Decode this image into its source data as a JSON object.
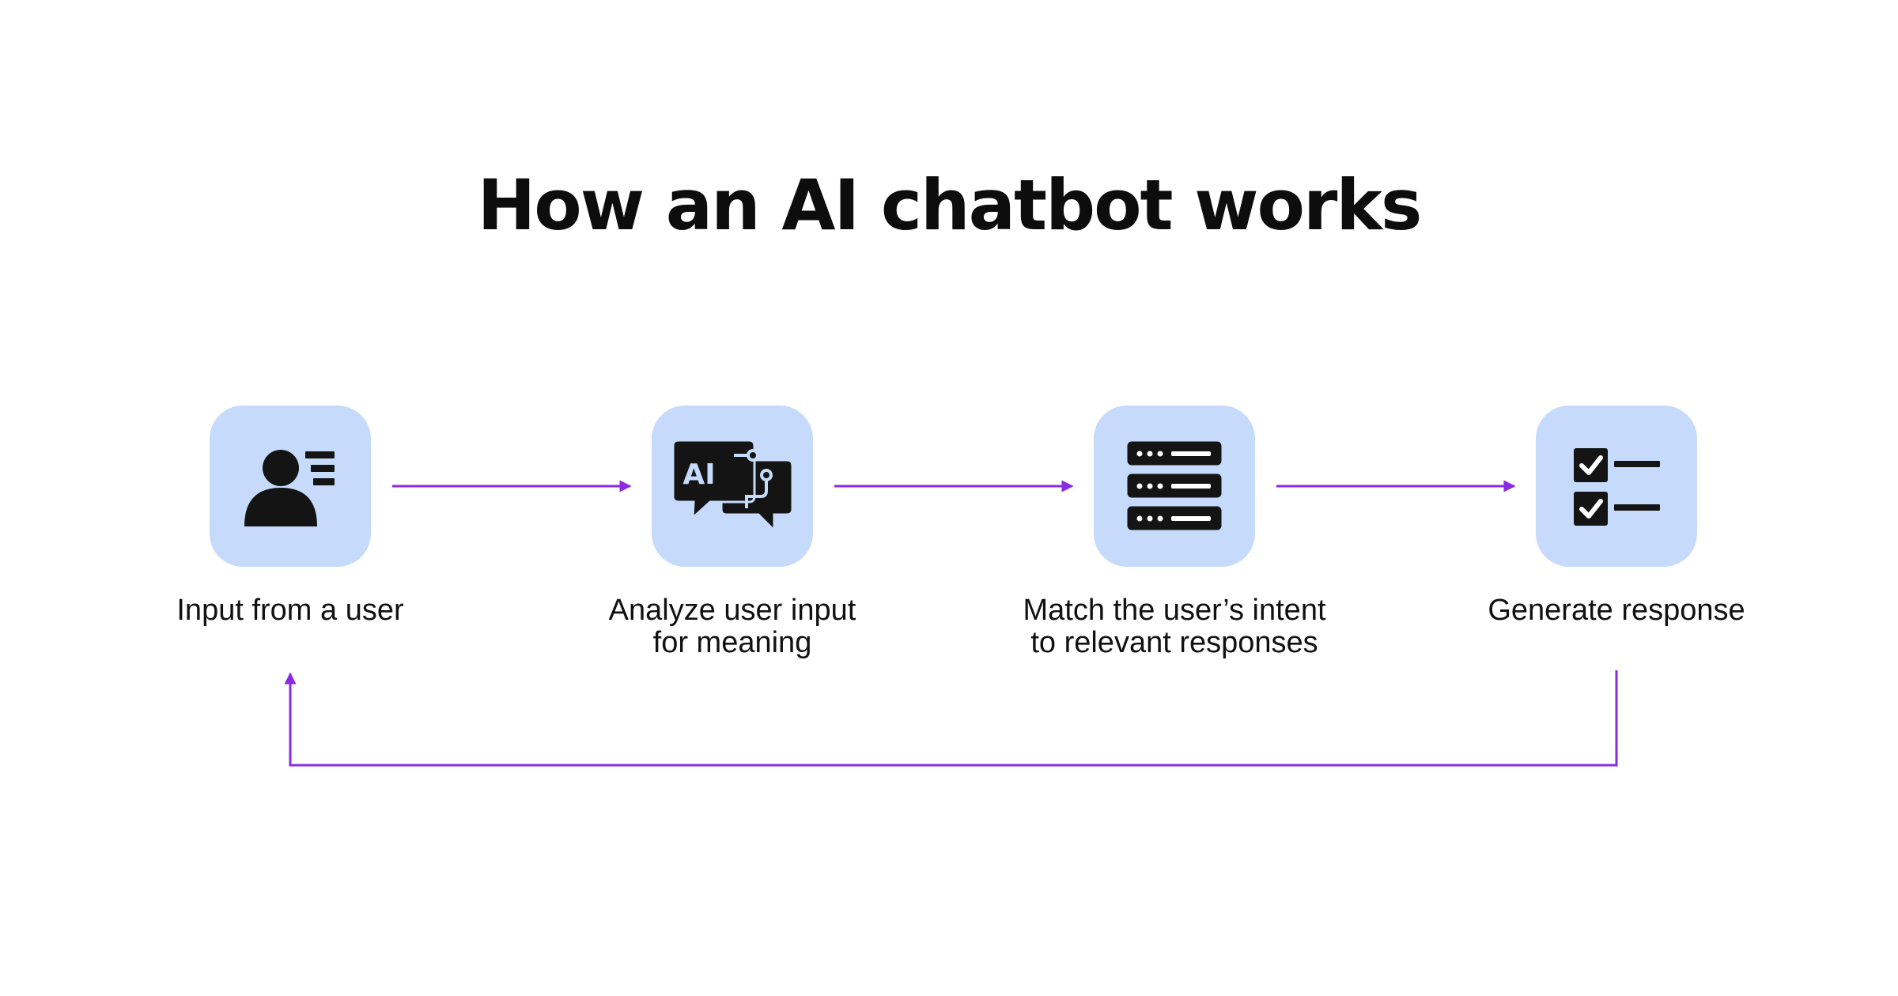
{
  "title": "How an AI chatbot works",
  "colors": {
    "tile_background": "#c6dbfb",
    "arrow": "#8a2be2",
    "icon": "#141414",
    "text": "#111111"
  },
  "steps": [
    {
      "icon": "user-profile-icon",
      "label_lines": [
        "Input from a user"
      ]
    },
    {
      "icon": "ai-chat-bubbles-icon",
      "icon_text": "AI",
      "label_lines": [
        "Analyze user input",
        "for meaning"
      ]
    },
    {
      "icon": "server-database-icon",
      "label_lines": [
        "Match the user’s intent",
        "to relevant responses"
      ]
    },
    {
      "icon": "checklist-icon",
      "label_lines": [
        "Generate response"
      ]
    }
  ]
}
